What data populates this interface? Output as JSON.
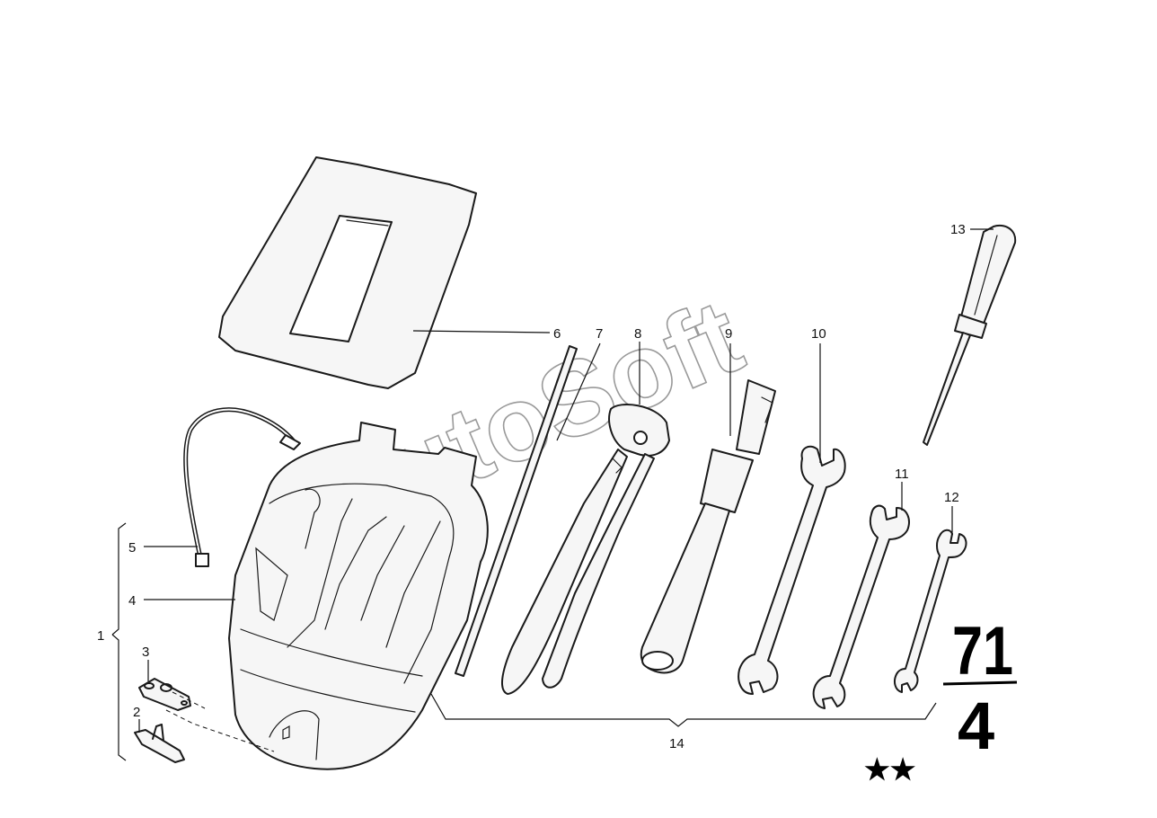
{
  "callouts": {
    "n1": "1",
    "n2": "2",
    "n3": "3",
    "n4": "4",
    "n5": "5",
    "n6": "6",
    "n7": "7",
    "n8": "8",
    "n9": "9",
    "n10": "10",
    "n11": "11",
    "n12": "12",
    "n13": "13",
    "n14": "14"
  },
  "watermark": "AutoSoft",
  "page": {
    "group": "71",
    "sheet": "4",
    "stars": "★★"
  }
}
